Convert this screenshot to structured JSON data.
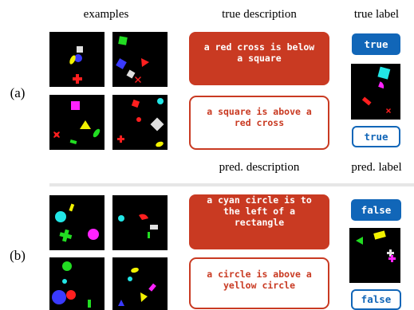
{
  "headers": {
    "examples": "examples",
    "true_description": "true description",
    "true_label": "true label",
    "pred_description": "pred. description",
    "pred_label": "pred. label"
  },
  "panels": [
    {
      "tag": "(a)",
      "true_description": "a red cross is below a square",
      "pred_description": "a square is above a red cross",
      "true_label": "true",
      "pred_label": "true"
    },
    {
      "tag": "(b)",
      "true_description": "a cyan circle is to the left of a rectangle",
      "pred_description": "a circle is above a yellow circle",
      "true_label": "false",
      "pred_label": "false"
    }
  ],
  "colors": {
    "accent_red": "#c93a22",
    "accent_blue": "#1166b8",
    "image_bg": "#000000",
    "divider": "#e6e6e6",
    "shape_red": "#ff1f1f",
    "shape_blue": "#3a3aff",
    "shape_green": "#22dd22",
    "shape_yellow": "#f2f200",
    "shape_magenta": "#ff22ff",
    "shape_cyan": "#22e6e6",
    "shape_white": "#e0e0e0"
  }
}
